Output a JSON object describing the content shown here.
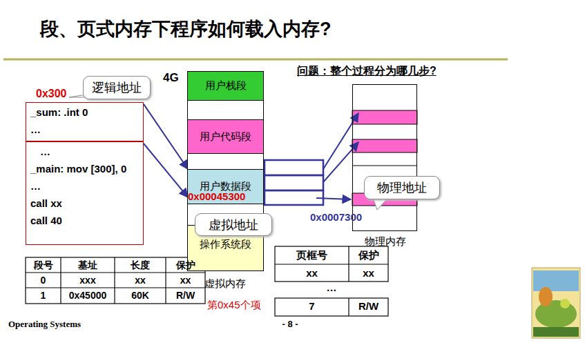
{
  "diagram": {
    "title": "段、页式内存下程序如何载入内存?",
    "nodes": [
      {
        "text": [
          "_sum: .int 0",
          "…"
        ]
      },
      {
        "text": [
          "…",
          "_main: mov [300], 0",
          "…",
          "call xx",
          "call 40"
        ]
      },
      {
        "text": [
          "逻辑地址"
        ]
      },
      {
        "text": [
          "4G",
          "虚拟内存"
        ]
      },
      {
        "text": [
          "用户栈段"
        ],
        "in": 3
      },
      {
        "text": [
          "用户代码段"
        ],
        "in": 3
      },
      {
        "text": [
          "用户数据段"
        ],
        "in": 3
      },
      {
        "text": [
          "操作系统段"
        ],
        "in": 3
      },
      {
        "text": [
          "虚拟地址"
        ]
      },
      {
        "text": [
          "物理内存"
        ]
      },
      {
        "text": [
          "物理地址"
        ]
      }
    ],
    "edges": [
      {
        "from": 0,
        "to": 6,
        "arrow": "to"
      },
      {
        "from": 1,
        "to": 6,
        "arrow": "to"
      }
    ],
    "labels": [
      "问题：整个过程分为哪几步?",
      "0x300",
      "0x00045300",
      "0x0007300",
      "段号",
      "基址",
      "长度",
      "保护",
      "0",
      "xxx",
      "xx",
      "xx",
      "1",
      "0x45000",
      "60K",
      "R/W",
      "页框号",
      "保护",
      "xx",
      "xx",
      "…",
      "7",
      "R/W",
      "第0x45个项",
      "Operating Systems",
      "- 8 -"
    ]
  }
}
